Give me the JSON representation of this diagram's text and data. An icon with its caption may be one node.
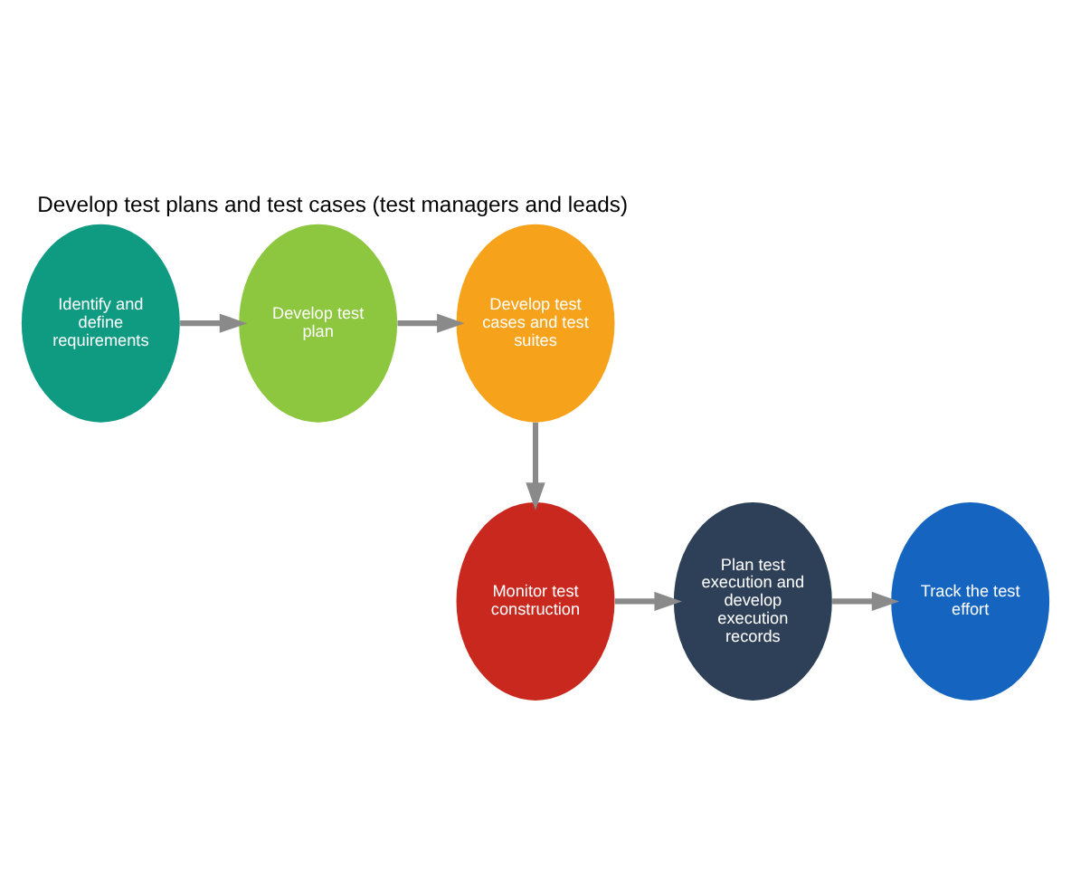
{
  "diagram": {
    "title": "Develop test plans and test cases (test managers and leads)",
    "nodes": [
      {
        "text": [
          "Identify and define requirements"
        ]
      },
      {
        "text": [
          "Develop test plan"
        ]
      },
      {
        "text": [
          "Develop test cases and test suites"
        ]
      },
      {
        "text": [
          "Monitor test construction"
        ]
      },
      {
        "text": [
          "Plan test execution and develop execution records"
        ]
      },
      {
        "text": [
          "Track the test effort"
        ]
      }
    ],
    "edges": [
      {
        "from": 0,
        "to": 1,
        "arrow": "to"
      },
      {
        "from": 1,
        "to": 2,
        "arrow": "to"
      },
      {
        "from": 2,
        "to": 3,
        "arrow": "to"
      },
      {
        "from": 3,
        "to": 4,
        "arrow": "to"
      },
      {
        "from": 4,
        "to": 5,
        "arrow": "to"
      }
    ]
  }
}
